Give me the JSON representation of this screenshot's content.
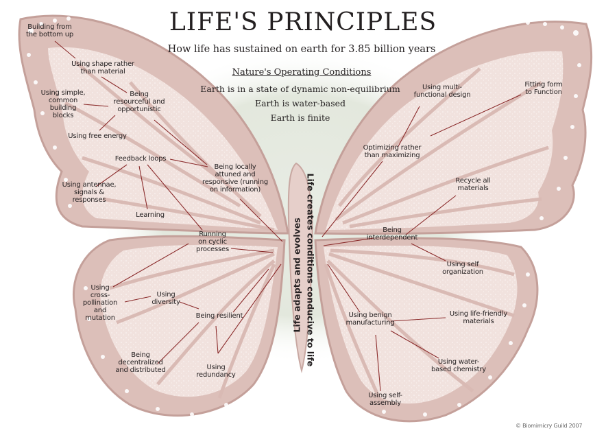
{
  "title": "LIFE'S PRINCIPLES",
  "subtitle": "How life has sustained on earth for 3.85 billion years",
  "operating_conditions": {
    "heading": "Nature's Operating Conditions",
    "items": [
      "Earth is in a state of dynamic non-equilibrium",
      "Earth is water-based",
      "Earth is finite"
    ]
  },
  "spine": {
    "left": "Life adapts and evolves",
    "right": "Life creates conditions conducive to life"
  },
  "upper_left": {
    "bottom_up": "Building from\nthe bottom up",
    "shape": "Using shape rather\nthan material",
    "resourceful": "Being\nresourceful and\nopportunistic",
    "blocks": "Using simple,\ncommon\nbuilding\nblocks",
    "free_energy": "Using free energy",
    "feedback": "Feedback loops",
    "locally": "Being locally\nattuned and\nresponsive (running\non information)",
    "antennae": "Using antennae,\nsignals &\nresponses",
    "learning": "Learning"
  },
  "lower_left": {
    "cyclic": "Running\non cyclic\nprocesses",
    "cross": "Using\ncross-\npollination\nand\nmutation",
    "diversity": "Using\ndiversity",
    "resilient": "Being resilient",
    "decentralized": "Being\ndecentralized\nand distributed",
    "redundancy": "Using\nredundancy"
  },
  "upper_right": {
    "multifunctional": "Using multi-\nfunctional design",
    "fitting": "Fitting form\nto Function",
    "optimizing": "Optimizing rather\nthan maximizing",
    "recycle": "Recycle all\nmaterials",
    "interdependent": "Being\ninterdependent",
    "self_org": "Using self\norganization"
  },
  "lower_right": {
    "benign": "Using benign\nmanufacturing",
    "life_friendly": "Using life-friendly\nmaterials",
    "water_chem": "Using water-\nbased chemistry",
    "self_assembly": "Using self-\nassembly"
  },
  "credit": "© Biomimicry Guild 2007",
  "colors": {
    "wing": "#dfc3bd",
    "wing_edge": "#c9a6a0",
    "vein": "#ffffff",
    "halo": "#e2e7dd",
    "line": "#8a2a2a",
    "text": "#231f20"
  }
}
